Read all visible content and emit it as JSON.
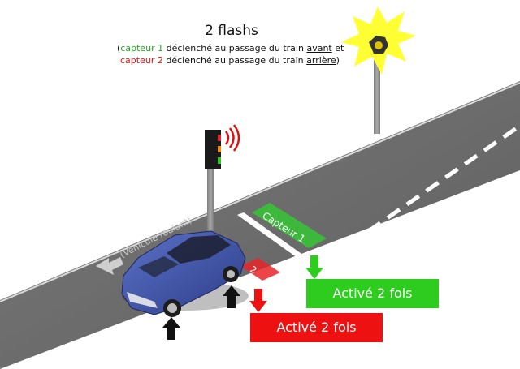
{
  "title": "2 flashs",
  "subtitle": {
    "open_paren": "(",
    "sensor1_label": "capteur 1",
    "sensor1_text": " déclenché au passage du train ",
    "sensor1_emph": "avant",
    "sensor1_end": " et",
    "sensor2_label": "capteur 2",
    "sensor2_text": " déclenché au passage du train ",
    "sensor2_emph": "arrière",
    "close_paren": ")"
  },
  "road": {
    "sensor1_label": "Capteur 1",
    "sensor2_label": "2",
    "vehicle_label": "(Véhicule roulant)"
  },
  "boxes": {
    "green": "Activé 2 fois",
    "red": "Activé 2 fois"
  },
  "colors": {
    "sensor1": "#3db83d",
    "sensor2": "#e8242a",
    "road": "#6f6f6f",
    "car": "#3a4fa8"
  },
  "icons": [
    "camera-flash-icon",
    "traffic-light-icon",
    "radio-waves-icon",
    "car-icon",
    "arrow-up-icon",
    "arrow-down-icon",
    "arrow-left-icon"
  ]
}
